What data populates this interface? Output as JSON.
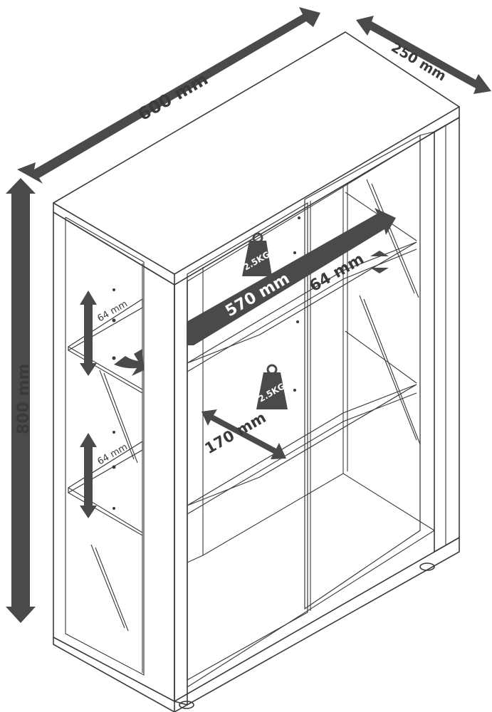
{
  "dimensions": {
    "width_label": "600 mm",
    "depth_label": "250 mm",
    "height_label": "800 mm",
    "inner_width_label": "570 mm",
    "shelf_gap_top_label": "64 mm",
    "side_gap_upper_label": "64 mm",
    "side_gap_lower_label": "64 mm",
    "shelf_depth_label": "170 mm"
  },
  "load_badges": [
    {
      "label": "2.5KG"
    },
    {
      "label": "2.5KG"
    }
  ],
  "colors": {
    "arrow": "#4a4a4a",
    "line": "#3a3a3a",
    "background": "#ffffff"
  }
}
